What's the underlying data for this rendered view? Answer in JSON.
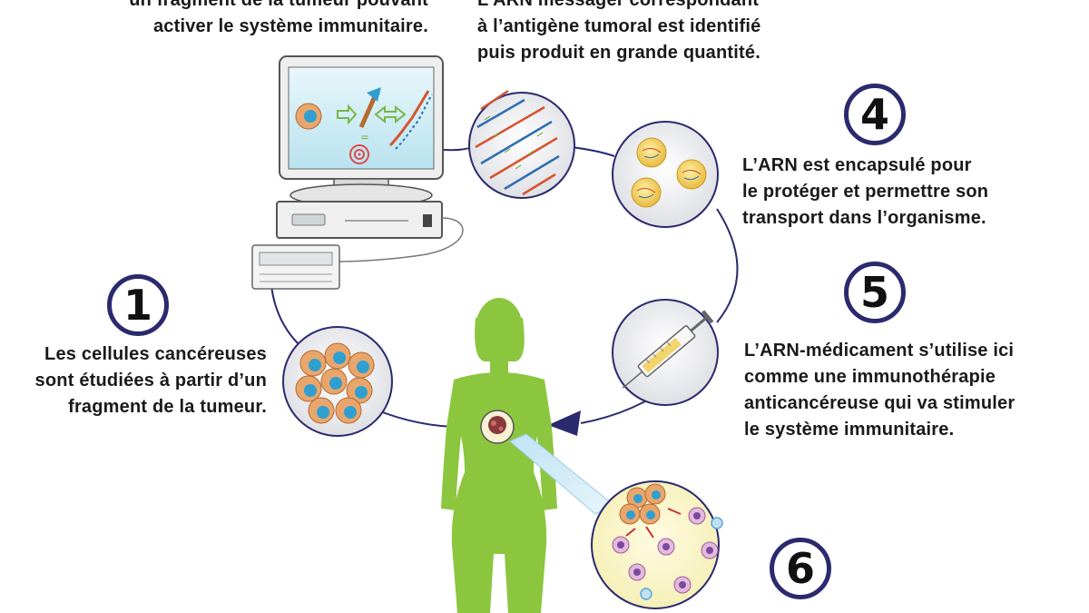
{
  "step1": {
    "number": "1",
    "lines": [
      "Les cellules cancéreuses",
      "sont étudiées à partir d’un",
      "fragment de la tumeur."
    ]
  },
  "step2": {
    "lines": [
      "un fragment de la tumeur pouvant",
      "activer le système immunitaire."
    ]
  },
  "step3": {
    "lines": [
      "L’ARN messager correspondant",
      "à l’antigène tumoral est identifié",
      "puis produit en grande quantité."
    ]
  },
  "step4": {
    "number": "4",
    "lines": [
      "L’ARN est encapsulé pour",
      "le protéger et permettre son",
      "transport dans l’organisme."
    ]
  },
  "step5": {
    "number": "5",
    "lines": [
      "L’ARN-médicament s’utilise ici",
      "comme une immunothérapie",
      "anticancéreuse qui va stimuler",
      "le système immunitaire."
    ]
  },
  "step6": {
    "number": "6"
  },
  "colors": {
    "ring": "#2b2a6e",
    "silhouette": "#8cc63f",
    "tumor_cell": "#e9a66c",
    "nucleus": "#2f9fd0",
    "lipid": "#f3d36b"
  },
  "icons": [
    "computer-icon",
    "rna-strands-icon",
    "lipid-nanoparticles-icon",
    "syringe-icon",
    "tumor-cells-icon",
    "immune-cells-icon",
    "woman-silhouette-icon",
    "arrow-icon"
  ]
}
